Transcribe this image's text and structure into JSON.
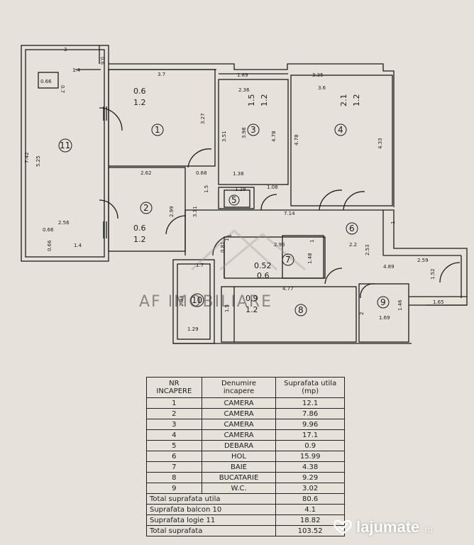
{
  "rooms": [
    {
      "id": "1",
      "name": "CAMERA",
      "area": "12.1"
    },
    {
      "id": "2",
      "name": "CAMERA",
      "area": "7.86"
    },
    {
      "id": "3",
      "name": "CAMERA",
      "area": "9.96"
    },
    {
      "id": "4",
      "name": "CAMERA",
      "area": "17.1"
    },
    {
      "id": "5",
      "name": "DEBARA",
      "area": "0.9"
    },
    {
      "id": "6",
      "name": "HOL",
      "area": "15.99"
    },
    {
      "id": "7",
      "name": "BAIE",
      "area": "4.38"
    },
    {
      "id": "8",
      "name": "BUCATARIE",
      "area": "9.29"
    },
    {
      "id": "9",
      "name": "W.C.",
      "area": "3.02"
    }
  ],
  "table": {
    "h1a": "NR",
    "h1b": "INCAPERE",
    "h2a": "Denumire",
    "h2b": "incapere",
    "h3a": "Suprafata utila",
    "h3b": "(mp)"
  },
  "totals": [
    {
      "label": "Total suprafata utila",
      "value": "80.6"
    },
    {
      "label": "Suprafata balcon 10",
      "value": "4.1"
    },
    {
      "label": "Suprafata logie 11",
      "value": "18.82"
    },
    {
      "label": "Total suprafata",
      "value": "103.52"
    }
  ],
  "plan": {
    "room_numbers": [
      "1",
      "2",
      "3",
      "4",
      "5",
      "6",
      "7",
      "8",
      "9",
      "10",
      "11"
    ],
    "window_1a": "0.6",
    "window_1b": "1.2",
    "window_2a": "0.6",
    "window_2b": "1.2",
    "window_3a": "1.5",
    "window_3b": "1.2",
    "window_4a": "2.1",
    "window_4b": "1.2",
    "window_7a": "0.52",
    "window_7b": "0.6",
    "window_8a": "0.9",
    "window_8b": "1.2",
    "dims": [
      "3",
      "0.6",
      "0.66",
      "0.7",
      "1.4",
      "3.7",
      "1.89",
      "3.35",
      "2.36",
      "3.6",
      "3.27",
      "3.98",
      "3.51",
      "4.78",
      "4.78",
      "4.33",
      "7.42",
      "5.25",
      "2.62",
      "0.68",
      "1.38",
      "1.28",
      "1.08",
      "2.99",
      "3.11",
      "1.5",
      "7.14",
      "2.56",
      "0.66",
      "0.66",
      "1.4",
      "0.81",
      "2.96",
      "1.48",
      "2.2",
      "2.53",
      "2.59",
      "1.7",
      "4.89",
      "1.52",
      "4.77",
      "1.65",
      "2.94",
      "1.5",
      "1.46",
      "1.69",
      "1.29",
      "2",
      "1",
      "1",
      "1"
    ]
  },
  "watermark": "AF IMOBILIARE",
  "brand": {
    "name": "lajumate",
    "tld": ".ro"
  },
  "colors": {
    "background": "#e6e2da",
    "ink": "#1c1c1c"
  }
}
